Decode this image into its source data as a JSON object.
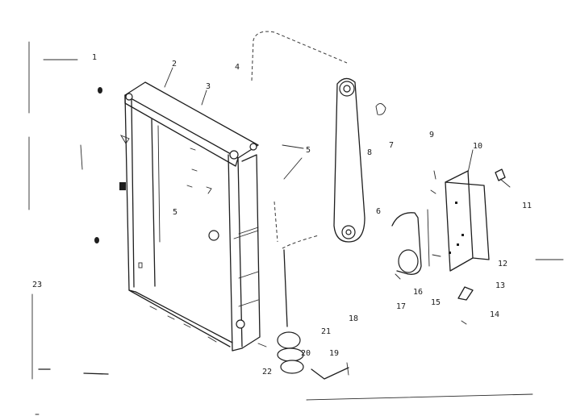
{
  "diagram": {
    "callouts": [
      "1",
      "2",
      "3",
      "4",
      "5",
      "5",
      "6",
      "7",
      "8",
      "9",
      "10",
      "11",
      "12",
      "13",
      "14",
      "15",
      "16",
      "17",
      "18",
      "19",
      "20",
      "21",
      "22",
      "23"
    ]
  }
}
